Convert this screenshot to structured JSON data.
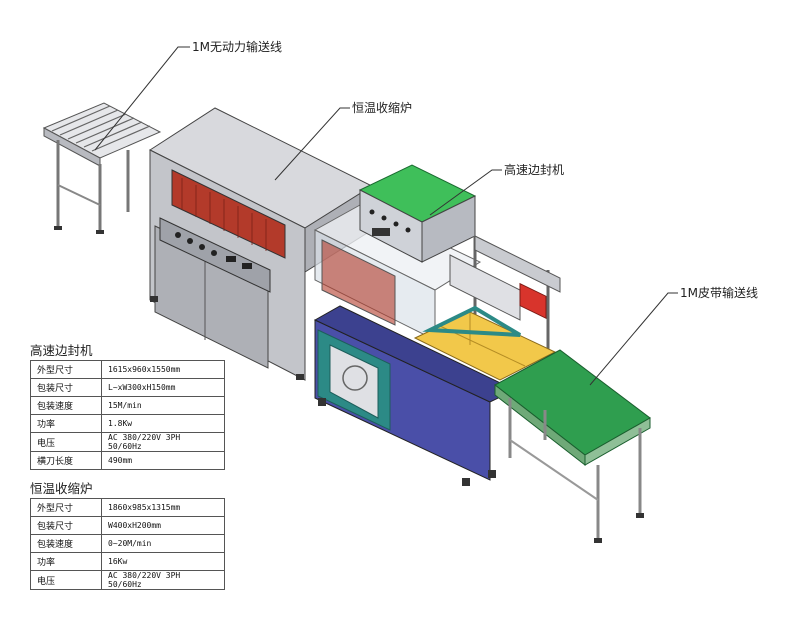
{
  "callouts": {
    "unpowered_conveyor": "1M无动力输送线",
    "shrink_tunnel": "恒温收缩炉",
    "side_sealer": "高速边封机",
    "belt_conveyor": "1M皮带输送线"
  },
  "spec_tables": [
    {
      "title": "高速边封机",
      "rows": [
        {
          "key": "外型尺寸",
          "value": "1615x960x1550mm"
        },
        {
          "key": "包装尺寸",
          "value": "L~xW300xH150mm"
        },
        {
          "key": "包装速度",
          "value": "15M/min"
        },
        {
          "key": "功率",
          "value": "1.8Kw"
        },
        {
          "key": "电压",
          "value": "AC 380/220V 3PH 50/60Hz"
        },
        {
          "key": "横刀长度",
          "value": "490mm"
        }
      ]
    },
    {
      "title": "恒温收缩炉",
      "rows": [
        {
          "key": "外型尺寸",
          "value": "1860x985x1315mm"
        },
        {
          "key": "包装尺寸",
          "value": "W400xH200mm"
        },
        {
          "key": "包装速度",
          "value": "0~20M/min"
        },
        {
          "key": "功率",
          "value": "16Kw"
        },
        {
          "key": "电压",
          "value": "AC 380/220V 3PH 50/60Hz"
        }
      ]
    }
  ],
  "colors": {
    "machine_gray": "#c9cbd0",
    "panel_blue": "#4a4fa8",
    "belt_green": "#2f9e4f",
    "control_green": "#3fbf5a",
    "tray_yellow": "#f2c84a",
    "window_red": "#b33a2a",
    "teal_frame": "#2c8a86",
    "label_red": "#d8342c"
  }
}
